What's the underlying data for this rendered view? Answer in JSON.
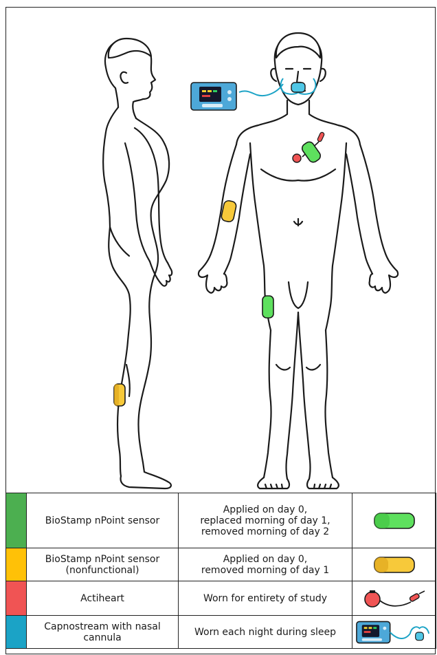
{
  "legend": {
    "rows": [
      {
        "color": "#4caf50",
        "device": "BioStamp nPoint sensor",
        "schedule_lines": [
          "Applied on day 0,",
          "replaced morning of day 1,",
          "removed morning of day 2"
        ],
        "icon": "green-sensor-icon"
      },
      {
        "color": "#ffc107",
        "device": "BioStamp nPoint sensor (nonfunctional)",
        "schedule_lines": [
          "Applied on day 0,",
          "removed morning of day 1"
        ],
        "icon": "yellow-sensor-icon"
      },
      {
        "color": "#f05454",
        "device": "Actiheart",
        "schedule_lines": [
          "Worn for entirety of study"
        ],
        "icon": "actiheart-icon"
      },
      {
        "color": "#1ba3c6",
        "device": "Capnostream with nasal cannula",
        "schedule_lines": [
          "Worn each night during sleep"
        ],
        "icon": "capnostream-monitor-icon"
      }
    ]
  },
  "figure": {
    "side_view": "side-body-outline",
    "front_view": "front-body-outline",
    "colors": {
      "green_sensor": "#5ee05e",
      "yellow_sensor": "#f7c93a",
      "actiheart_red": "#f05454",
      "capnostream_blue": "#1ba3c6"
    }
  }
}
